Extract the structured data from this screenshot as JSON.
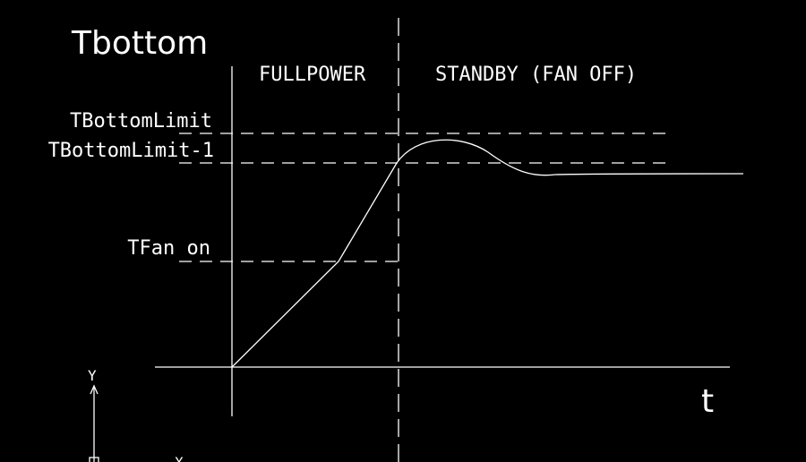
{
  "title": "Tbottom",
  "phases": {
    "full_power": "FULLPOWER",
    "standby": "STANDBY (FAN OFF)"
  },
  "levels": {
    "limit": "TBottomLimit",
    "limit_minus_one": "TBottomLimit-1",
    "fan_on": "TFan on"
  },
  "axis": {
    "x_label": "t"
  },
  "ucs_icon": {
    "y": "Y",
    "x": "X"
  },
  "colors": {
    "background": "#000000",
    "foreground": "#ffffff"
  }
}
